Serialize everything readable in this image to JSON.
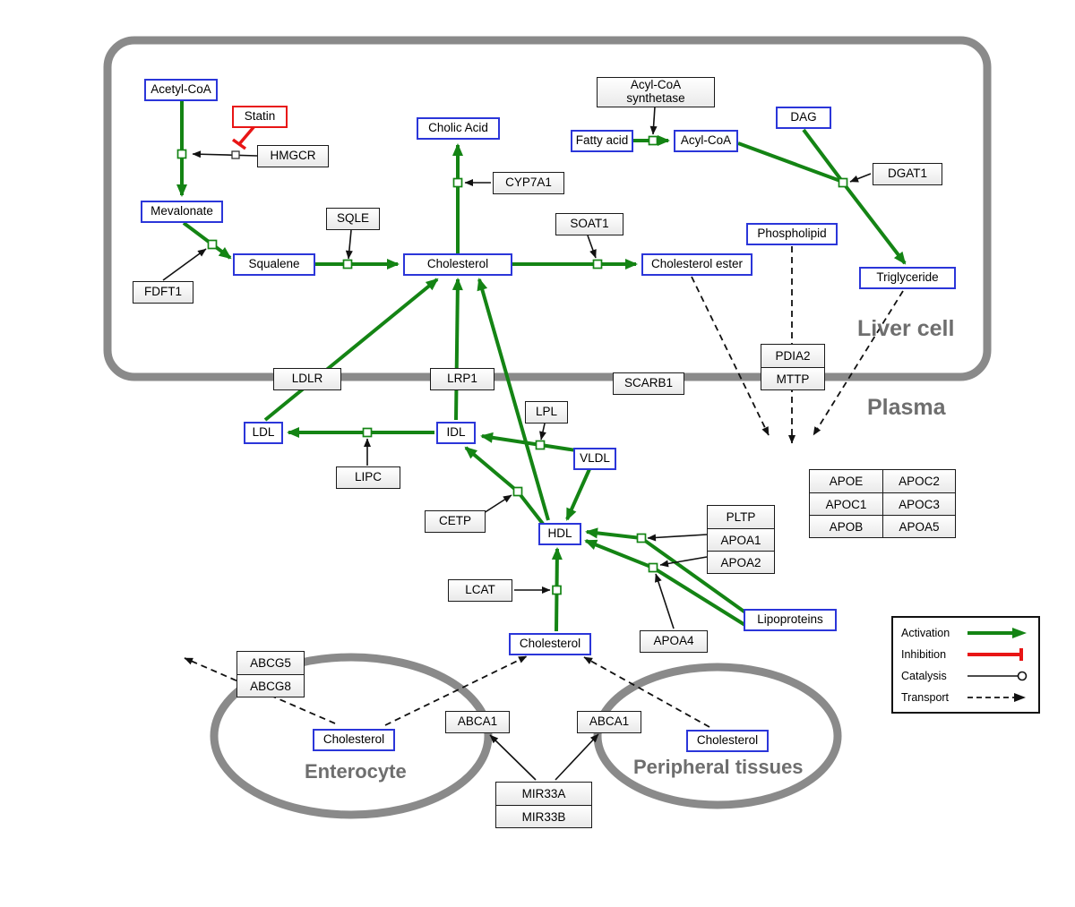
{
  "compartments": {
    "liver": "Liver cell",
    "plasma": "Plasma",
    "enterocyte": "Enterocyte",
    "peripheral": "Peripheral tissues"
  },
  "nodes": {
    "acetyl_coa": "Acetyl-CoA",
    "statin": "Statin",
    "hmgcr": "HMGCR",
    "mevalonate": "Mevalonate",
    "fdft1": "FDFT1",
    "squalene": "Squalene",
    "sqle": "SQLE",
    "cholic_acid": "Cholic Acid",
    "cyp7a1": "CYP7A1",
    "cholesterol_liver": "Cholesterol",
    "soat1": "SOAT1",
    "cholesterol_ester": "Cholesterol ester",
    "acyl_coa_synthetase_line1": "Acyl-CoA",
    "acyl_coa_synthetase_line2": "synthetase",
    "fatty_acid": "Fatty acid",
    "acyl_coa": "Acyl-CoA",
    "dag": "DAG",
    "dgat1": "DGAT1",
    "phospholipid": "Phospholipid",
    "triglyceride": "Triglyceride",
    "pdia2": "PDIA2",
    "mttp": "MTTP",
    "ldlr": "LDLR",
    "lrp1": "LRP1",
    "scarb1": "SCARB1",
    "lpl": "LPL",
    "ldl": "LDL",
    "idl": "IDL",
    "vldl": "VLDL",
    "lipc": "LIPC",
    "cetp": "CETP",
    "hdl": "HDL",
    "lcat": "LCAT",
    "pltp": "PLTP",
    "apoa1": "APOA1",
    "apoa2": "APOA2",
    "apoa4": "APOA4",
    "lipoproteins": "Lipoproteins",
    "apoe": "APOE",
    "apoc2": "APOC2",
    "apoc1": "APOC1",
    "apoc3": "APOC3",
    "apob": "APOB",
    "apoa5": "APOA5",
    "cholesterol_plasma": "Cholesterol",
    "abcg5": "ABCG5",
    "abcg8": "ABCG8",
    "cholesterol_enterocyte": "Cholesterol",
    "abca1_left": "ABCA1",
    "abca1_right": "ABCA1",
    "cholesterol_peripheral": "Cholesterol",
    "mir33a": "MIR33A",
    "mir33b": "MIR33B"
  },
  "legend": {
    "activation": "Activation",
    "inhibition": "Inhibition",
    "catalysis": "Catalysis",
    "transport": "Transport"
  },
  "colors": {
    "activation_green": "#148414",
    "inhibition_red": "#e81515",
    "metabolite_border_blue": "#2b36d9",
    "membrane_gray": "#8a8a8a"
  }
}
